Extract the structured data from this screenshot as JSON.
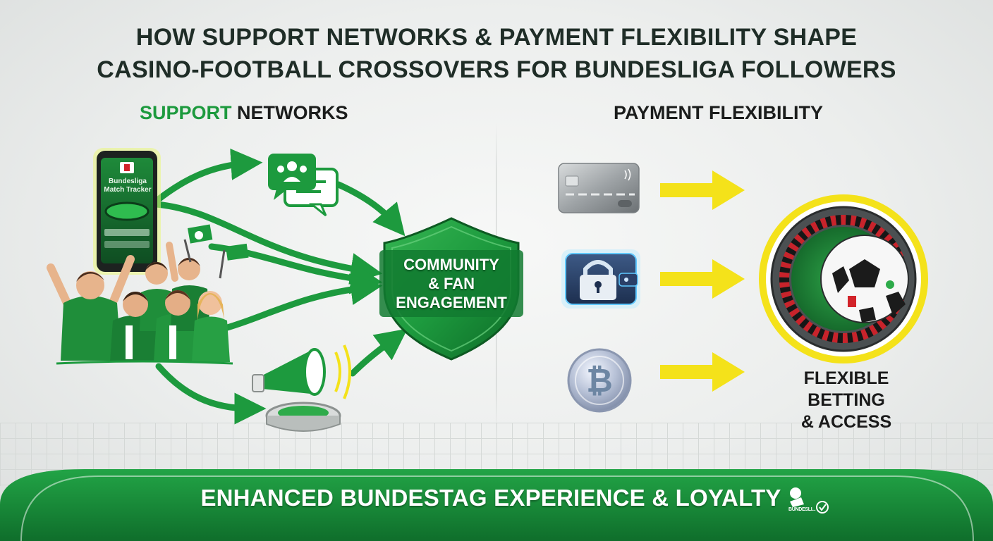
{
  "title": {
    "line1": "HOW SUPPORT NETWORKS & PAYMENT FLEXIBILITY SHAPE",
    "line2": "CASINO-FOOTBALL CROSSOVERS FOR BUNDESLIGA FOLLOWERS"
  },
  "support": {
    "heading_green": "SUPPORT",
    "heading_rest": " NETWORKS",
    "phone_line1": "Bundesliga",
    "phone_line2": "Match Tracker",
    "shield_line1": "COMMUNITY",
    "shield_line2": "& FAN",
    "shield_line3": "ENGAGEMENT",
    "icons": [
      "fans-icon",
      "phone-icon",
      "chat-icon",
      "megaphone-icon",
      "stadium-icon",
      "shield-icon"
    ]
  },
  "payment": {
    "heading": "PAYMENT FLEXIBILITY",
    "outcome_line1": "FLEXIBLE",
    "outcome_line2": "BETTING",
    "outcome_line3": "& ACCESS",
    "icons": [
      "credit-card-icon",
      "wallet-lock-icon",
      "bitcoin-icon",
      "roulette-football-icon"
    ]
  },
  "banner": {
    "text": "ENHANCED BUNDESTAG EXPERIENCE & LOYALTY",
    "badge_text": "BUNDESLI..."
  },
  "colors": {
    "green": "#1d9a3e",
    "dark_green": "#0f6e2b",
    "yellow": "#f4e21a",
    "title": "#1f2d27"
  }
}
